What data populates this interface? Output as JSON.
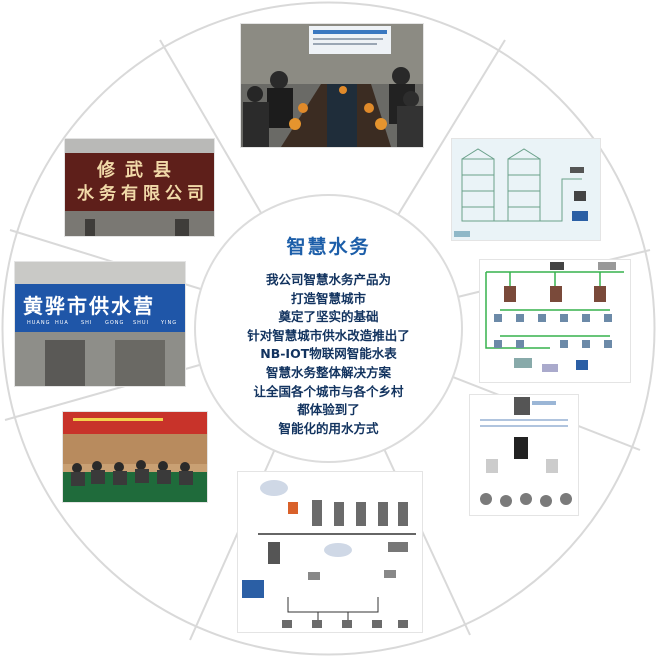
{
  "center": {
    "title": "智慧水务",
    "lines": [
      "我公司智慧水务产品为",
      "打造智慧城市",
      "奠定了坚实的基础",
      "针对智慧城市供水改造推出了",
      "NB-IOT物联网智能水表",
      "智慧水务整体解决方案",
      "让全国各个城市与各个乡村",
      "都体验到了",
      "智能化的用水方式"
    ]
  },
  "photos": {
    "sign_left": {
      "line1": "修武县",
      "line2": "水务有限公司"
    },
    "sign_blue": {
      "text": "黄骅市供水营",
      "pinyin": [
        "HUANG",
        "HUA",
        "SHI",
        "GONG",
        "SHUI",
        "YING"
      ]
    }
  },
  "colors": {
    "title": "#1c5ea9",
    "text": "#12335f",
    "ring": "#d9d9d9"
  }
}
